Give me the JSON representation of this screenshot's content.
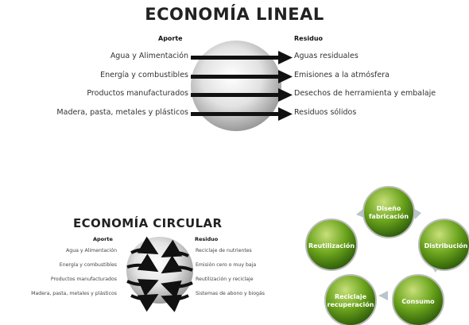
{
  "linear": {
    "title": "ECONOMÍA LINEAL",
    "input_header": "Aporte",
    "output_header": "Residuo",
    "inputs": [
      "Agua y Alimentación",
      "Energía y combustibles",
      "Productos manufacturados",
      "Madera, pasta, metales y plásticos"
    ],
    "outputs": [
      "Aguas residuales",
      "Emisiones a la atmósfera",
      "Desechos de herramienta y embalaje",
      "Residuos sólidos"
    ]
  },
  "circular": {
    "title": "ECONOMÍA CIRCULAR",
    "input_header": "Aporte",
    "output_header": "Residuo",
    "inputs": [
      "Agua y Alimentación",
      "Energía y combustibles",
      "Productos manufacturados",
      "Madera, pasta, metales y plásticos"
    ],
    "outputs": [
      "Reciclaje de nutrientes",
      "Emisión cero o muy baja",
      "Reutilización y reciclaje",
      "Sistemas de abono y biogás"
    ]
  },
  "cycle": {
    "nodes": [
      {
        "line1": "Diseño",
        "line2": "fabricación"
      },
      {
        "line1": "Distribución",
        "line2": ""
      },
      {
        "line1": "Consumo",
        "line2": ""
      },
      {
        "line1": "Reciclaje",
        "line2": "recuperación"
      },
      {
        "line1": "Reutilización",
        "line2": ""
      }
    ],
    "colors": {
      "sphere_top": "#c8e07a",
      "sphere_mid": "#6aa31c",
      "sphere_dark": "#2f5e0a",
      "arrow": "#b8c6cc"
    }
  }
}
